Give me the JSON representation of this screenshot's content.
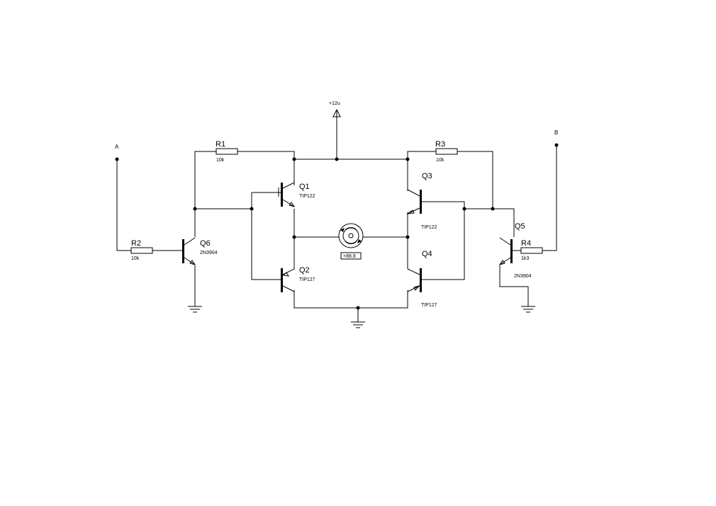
{
  "terminals": {
    "a": "A",
    "b": "B",
    "supply": "+12u"
  },
  "resistors": {
    "r1": {
      "ref": "R1",
      "value": "10k"
    },
    "r2": {
      "ref": "R2",
      "value": "10k"
    },
    "r3": {
      "ref": "R3",
      "value": "10k"
    },
    "r4": {
      "ref": "R4",
      "value": "1k3"
    }
  },
  "transistors": {
    "q1": {
      "ref": "Q1",
      "part": "TIP122"
    },
    "q2": {
      "ref": "Q2",
      "part": "TIP127"
    },
    "q3": {
      "ref": "Q3",
      "part": "TIP122"
    },
    "q4": {
      "ref": "Q4",
      "part": "TIP127"
    },
    "q5": {
      "ref": "Q5",
      "part": "2N3904"
    },
    "q6": {
      "ref": "Q6",
      "part": "2N3904"
    }
  },
  "motor": {
    "readout": "+88.8"
  }
}
